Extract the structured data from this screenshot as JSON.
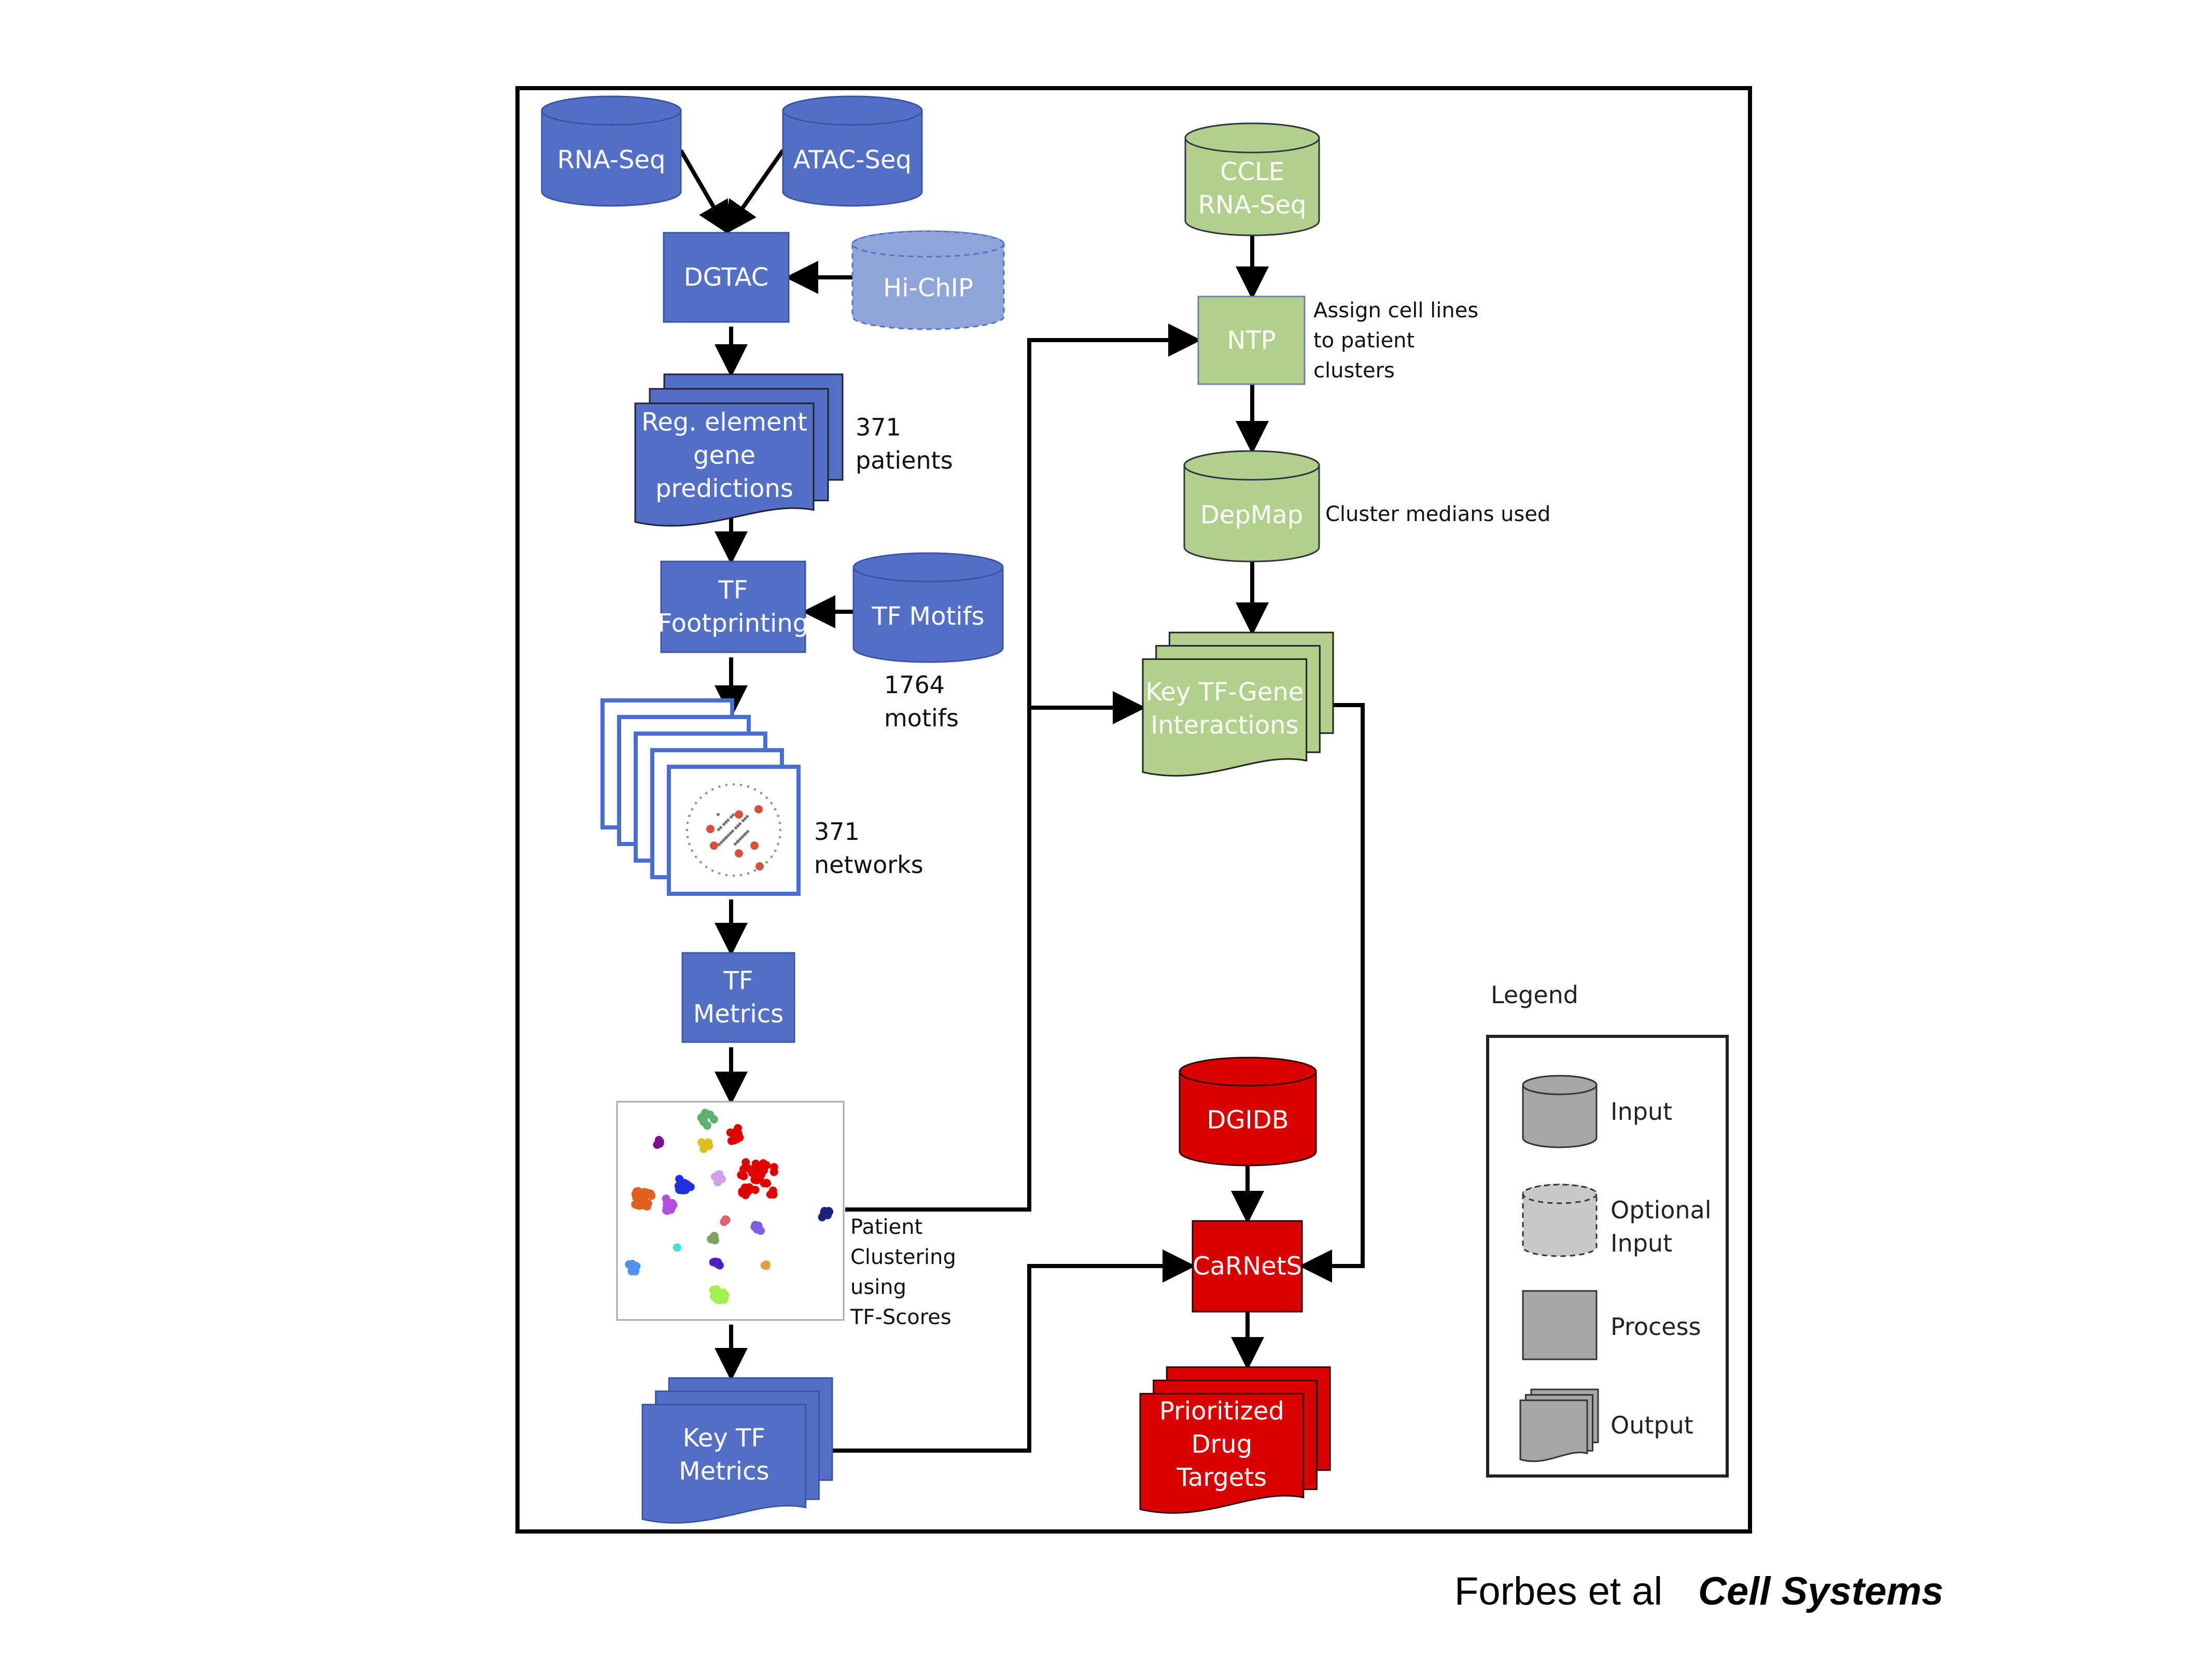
{
  "colors": {
    "blue": "#5470c6",
    "blue_light": "#8fa5d9",
    "green": "#b0d08c",
    "red": "#d90000",
    "legend_gray": "#a6a6a6",
    "legend_gray_light": "#c8c8c8",
    "network_frame": "#4a6ed0",
    "network_hub": "#d9503a"
  },
  "nodes": {
    "rna_seq": {
      "label": [
        "RNA-Seq"
      ],
      "type": "input"
    },
    "atac_seq": {
      "label": [
        "ATAC-Seq"
      ],
      "type": "input"
    },
    "dgtac": {
      "label": [
        "DGTAC"
      ],
      "type": "process"
    },
    "hi_chip": {
      "label": [
        "Hi-ChIP"
      ],
      "type": "optional-input"
    },
    "reg_element": {
      "label": [
        "Reg. element",
        "gene",
        "predictions"
      ],
      "type": "output",
      "note": [
        "371",
        "patients"
      ]
    },
    "tf_footprinting": {
      "label": [
        "TF",
        "Footprinting"
      ],
      "type": "process"
    },
    "tf_motifs": {
      "label": [
        "TF Motifs"
      ],
      "type": "input",
      "note": [
        "1764",
        "motifs"
      ]
    },
    "networks": {
      "type": "output",
      "note": [
        "371",
        "networks"
      ]
    },
    "tf_metrics": {
      "label": [
        "TF",
        "Metrics"
      ],
      "type": "process"
    },
    "patient_clustering": {
      "type": "figure",
      "note": [
        "Patient",
        "Clustering",
        "using",
        "TF-Scores"
      ]
    },
    "key_tf_metrics": {
      "label": [
        "Key TF",
        "Metrics"
      ],
      "type": "output"
    },
    "ccle": {
      "label": [
        "CCLE",
        "RNA-Seq"
      ],
      "type": "input"
    },
    "ntp": {
      "label": [
        "NTP"
      ],
      "type": "process",
      "note": [
        "Assign cell lines",
        "to patient",
        "clusters"
      ]
    },
    "depmap": {
      "label": [
        "DepMap"
      ],
      "type": "input",
      "note": [
        "Cluster medians used"
      ]
    },
    "key_tf_gene": {
      "label": [
        "Key TF-Gene",
        "Interactions"
      ],
      "type": "output"
    },
    "dgidb": {
      "label": [
        "DGIDB"
      ],
      "type": "input"
    },
    "carnets": {
      "label": [
        "CaRNetS"
      ],
      "type": "process"
    },
    "prioritized": {
      "label": [
        "Prioritized",
        "Drug",
        "Targets"
      ],
      "type": "output"
    }
  },
  "legend": {
    "title": "Legend",
    "items": [
      {
        "shape": "input",
        "label": [
          "Input"
        ]
      },
      {
        "shape": "optional-input",
        "label": [
          "Optional",
          "Input"
        ]
      },
      {
        "shape": "process",
        "label": [
          "Process"
        ]
      },
      {
        "shape": "output",
        "label": [
          "Output"
        ]
      }
    ]
  },
  "caption": {
    "authors": "Forbes et al",
    "journal": "Cell Systems"
  }
}
